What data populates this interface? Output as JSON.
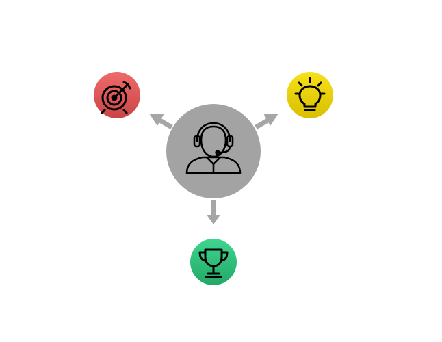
{
  "diagram": {
    "center": {
      "icon": "customer-support-headset-icon",
      "color": "#a3a3a3"
    },
    "nodes": [
      {
        "id": "goal",
        "icon": "target-with-arrow-icon",
        "color": "#e05a5a"
      },
      {
        "id": "idea",
        "icon": "lightbulb-icon",
        "color": "#f2d500"
      },
      {
        "id": "achievement",
        "icon": "trophy-icon",
        "color": "#2fbf7a"
      }
    ],
    "arrow_color": "#a6a6a6",
    "icon_stroke_color": "#000000"
  }
}
